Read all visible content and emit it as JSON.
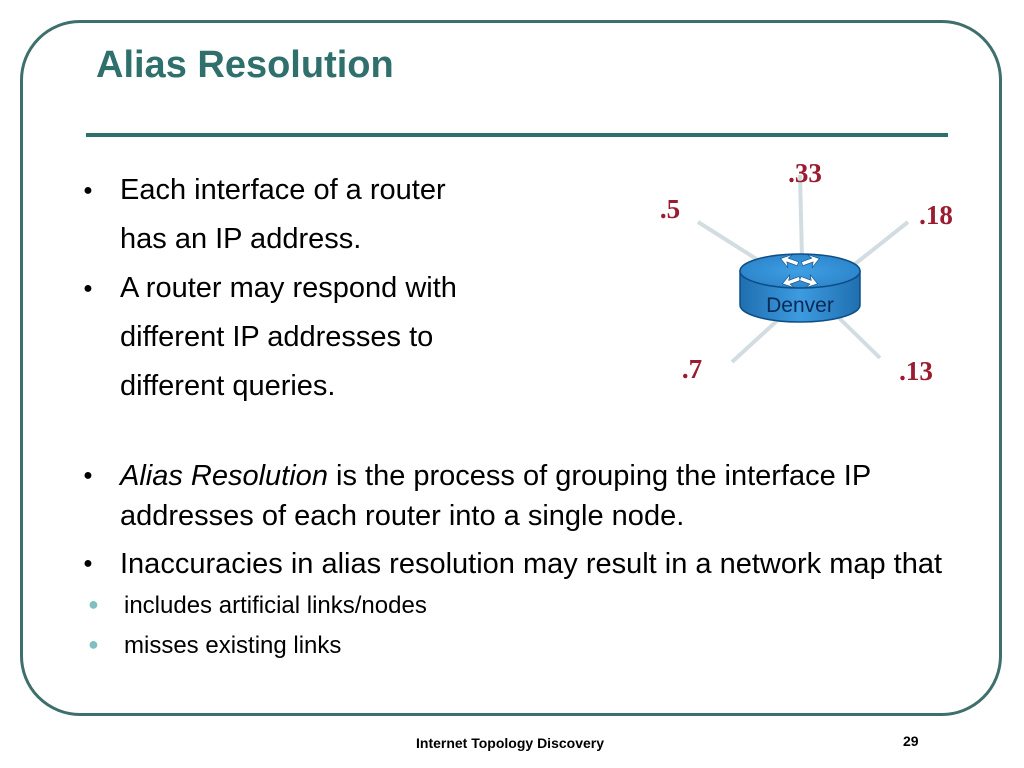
{
  "slide": {
    "title": "Alias Resolution",
    "accent_color": "#2f6f6c",
    "label_color": "#9b1b30"
  },
  "bullets_top": [
    {
      "lines": [
        "Each interface of a router",
        "has an IP address."
      ]
    },
    {
      "lines": [
        "A router may respond with",
        "different IP addresses to",
        "different queries."
      ]
    }
  ],
  "bullets_bottom": [
    {
      "italic": "Alias Resolution",
      "text": " is the process of grouping the interface IP addresses of each router into a single node."
    },
    {
      "italic": "",
      "text": "Inaccuracies in alias resolution may result in a network map that",
      "sub": [
        "includes artificial links/nodes",
        "misses existing links"
      ]
    }
  ],
  "diagram": {
    "router_label": "Denver",
    "router_icon": "router-icon",
    "interfaces": [
      ".33",
      ".5",
      ".18",
      ".7",
      ".13"
    ]
  },
  "footer": {
    "text": "Internet Topology Discovery",
    "page_number": "29"
  }
}
